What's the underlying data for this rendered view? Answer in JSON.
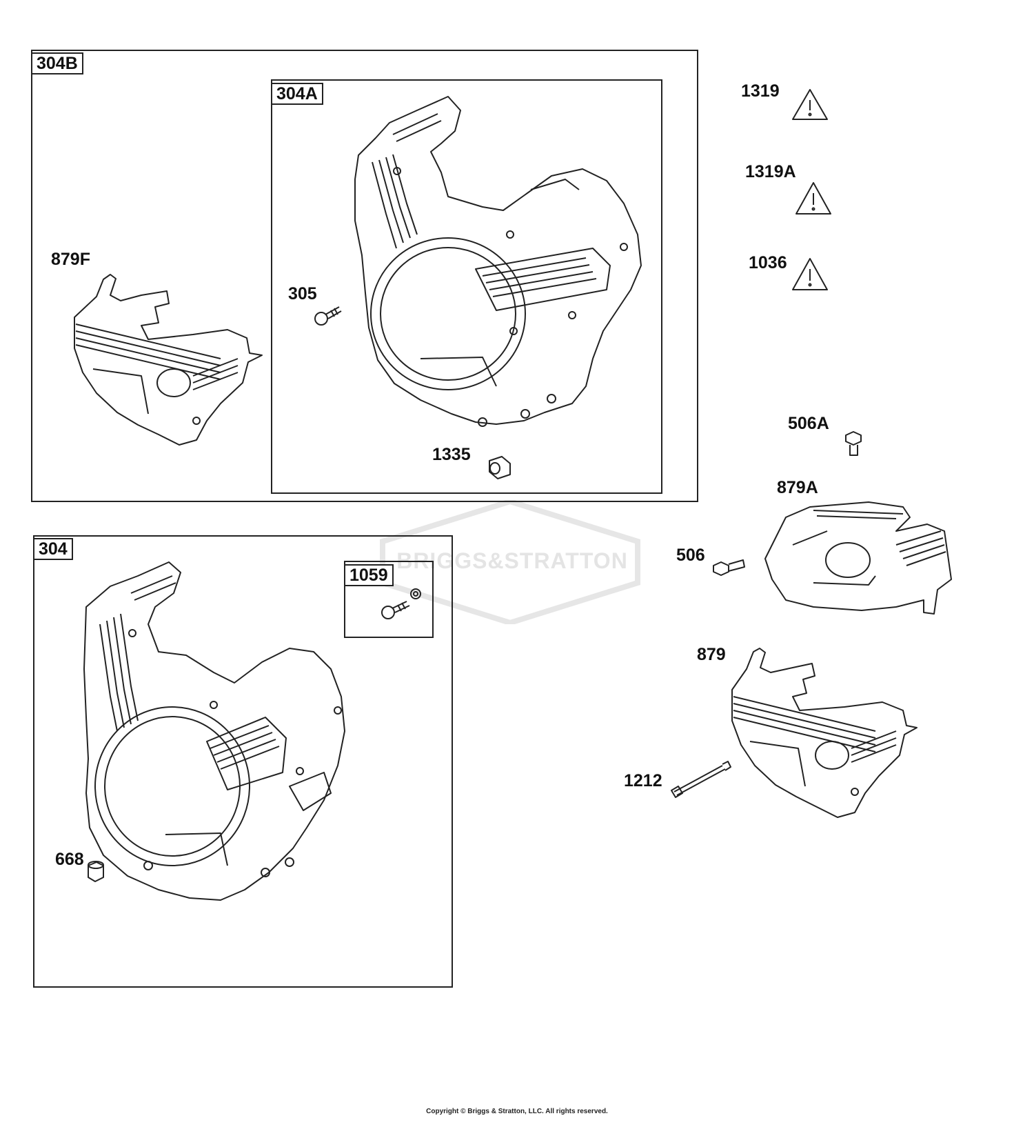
{
  "watermark": {
    "text": "BRIGGS&STRATTON"
  },
  "boxes": {
    "b304B": "304B",
    "b304A": "304A",
    "b304": "304",
    "b1059": "1059"
  },
  "labels": {
    "p879F": "879F",
    "p305": "305",
    "p1335": "1335",
    "p1319": "1319",
    "p1319A": "1319A",
    "p1036": "1036",
    "p506A": "506A",
    "p879A": "879A",
    "p506": "506",
    "p879": "879",
    "p1212": "1212",
    "p668": "668"
  },
  "footer": {
    "copyright": "Copyright © Briggs & Stratton, LLC. All rights reserved."
  }
}
